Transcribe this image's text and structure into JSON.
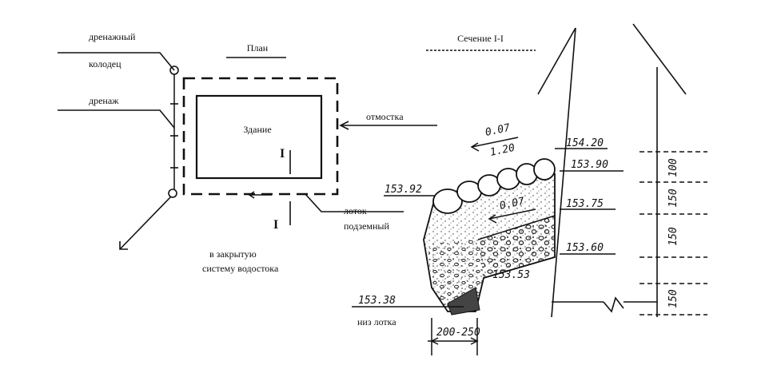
{
  "plan": {
    "title": "План",
    "building": "Здание",
    "drain_well": [
      "дренажный",
      "колодец"
    ],
    "drainage": "дренаж",
    "blind_area": "отмостка",
    "tray": [
      "лоток",
      "подземный"
    ],
    "outlet": [
      "в закрытую",
      "систему водостока"
    ],
    "section_mark": "I"
  },
  "section": {
    "title": "Сечение I-I",
    "levels": {
      "ground_top": "154.20",
      "surface": "153.90",
      "left": "153.92",
      "layer1": "153.75",
      "layer2": "153.60",
      "tray_edge": "153.53",
      "tray_bottom": "153.38"
    },
    "tray_bottom_label": "низ лотка",
    "slope_top": "0.07",
    "slope_ratio": "1.20",
    "slope_mid": "0.07",
    "tray_width": "200-250",
    "layer_dims": [
      "100",
      "150",
      "150",
      "150"
    ]
  }
}
